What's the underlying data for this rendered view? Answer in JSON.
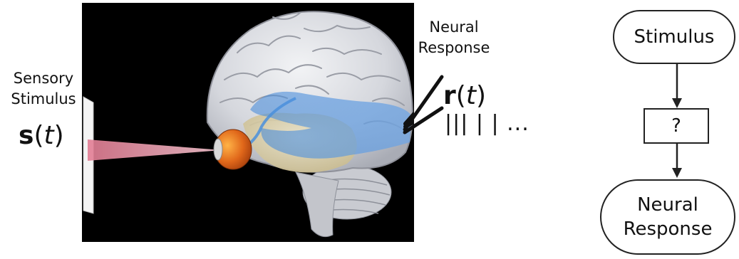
{
  "left_panel": {
    "sensory_label": "Sensory\nStimulus",
    "stimulus_math": {
      "bold": "s",
      "var": "t"
    },
    "neural_label": "Neural\nResponse",
    "response_math": {
      "bold": "r",
      "var": "t"
    },
    "spike_train": "||| | | ..."
  },
  "flowchart": {
    "top_node": "Stimulus",
    "middle_node": "?",
    "bottom_node": "Neural\nResponse"
  },
  "colors": {
    "photo_background": "#000000",
    "light_beam": "#f1a9b8",
    "eye_iris": "#e0671a",
    "visual_pathway": "#3f86d8"
  }
}
